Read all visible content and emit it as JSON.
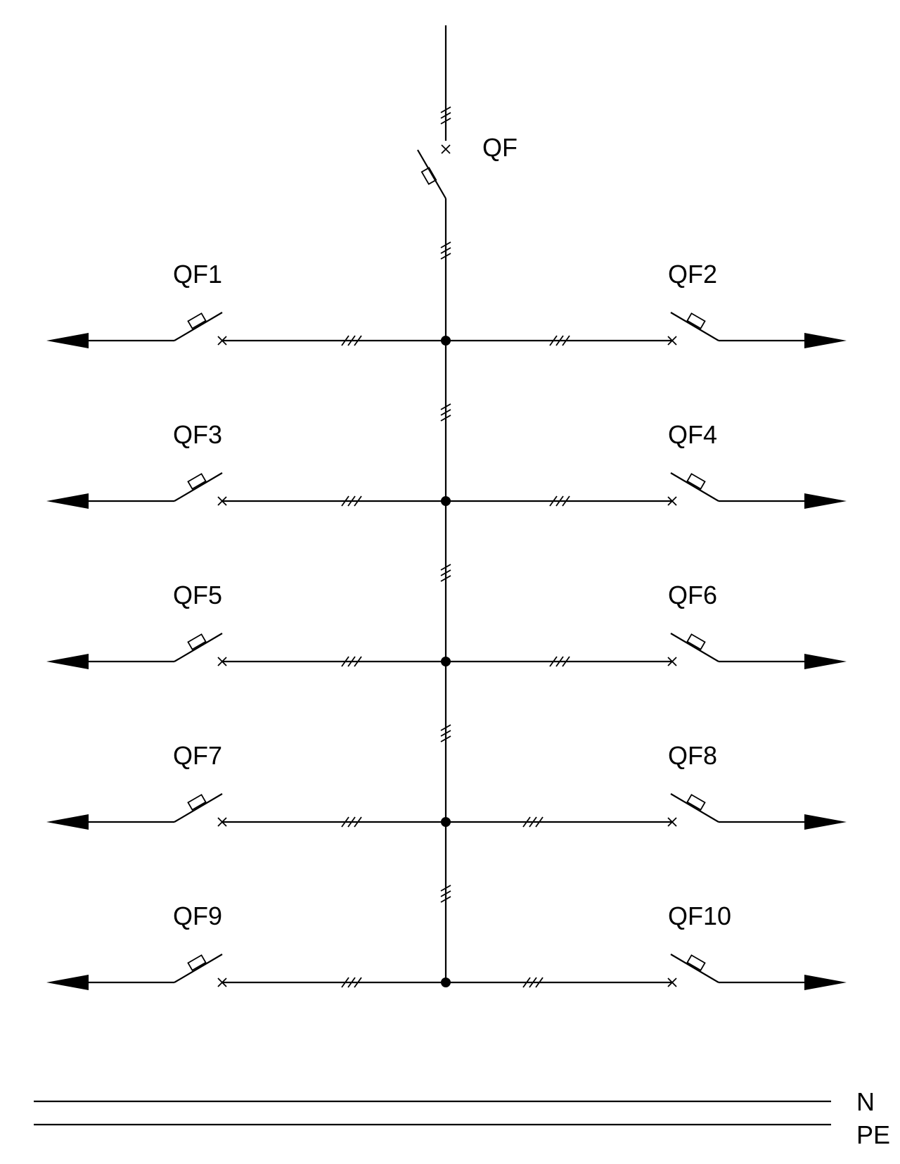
{
  "main_breaker": {
    "label": "QF"
  },
  "feeders": {
    "left": [
      {
        "label": "QF1"
      },
      {
        "label": "QF3"
      },
      {
        "label": "QF5"
      },
      {
        "label": "QF7"
      },
      {
        "label": "QF9"
      }
    ],
    "right": [
      {
        "label": "QF2"
      },
      {
        "label": "QF4"
      },
      {
        "label": "QF6"
      },
      {
        "label": "QF8"
      },
      {
        "label": "QF10"
      }
    ]
  },
  "conductors": {
    "neutral": "N",
    "protective_earth": "PE"
  },
  "colors": {
    "line": "#000000",
    "background": "#ffffff"
  }
}
